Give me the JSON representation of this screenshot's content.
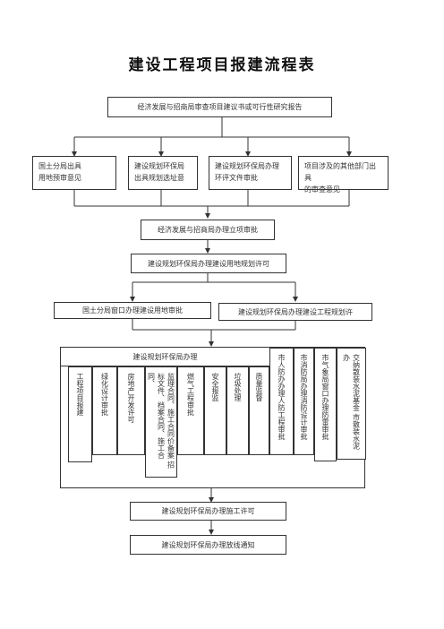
{
  "title": "建设工程项目报建流程表",
  "steps": {
    "s1": "经济发展与招商局审查项目建议书或可行性研究报告",
    "row2": [
      {
        "line1": "国土分局出具",
        "line2": "用地预审意见"
      },
      {
        "line1": "建设规划环保局",
        "line2": "出具规划选址意"
      },
      {
        "line1": "建设规划环保局办理",
        "line2": "环评文件审批"
      },
      {
        "line1": "项目涉及的其他部门出具",
        "line2": "的审查意见"
      }
    ],
    "s3": "经济发展与招商局办理立项审批",
    "s4": "建设规划环保局办理建设用地规划许可",
    "s5a": "国土分局窗口办理建设用地审批",
    "s5b": "建设规划环保局办理建设工程规划许",
    "group_header": "建设规划环保局办理",
    "group_items": [
      "工程项目报建",
      "绿化设计审批",
      "房地产开发许可",
      "监理合同、施工合同价备案 招标文件、档案合同、施工合同、",
      "燃气工程审批",
      "安全报监",
      "垃圾处理",
      "质量监督"
    ],
    "side_items": [
      "市人防办办理人防工程审批",
      "市消防局办理消防设计审批",
      "市气象局窗口办理防雷审批",
      "交纳散装水泥基金 市散装水泥办"
    ],
    "s7": "建设规划环保局办理施工许可",
    "s8": "建设规划环保局办理放线通知"
  }
}
